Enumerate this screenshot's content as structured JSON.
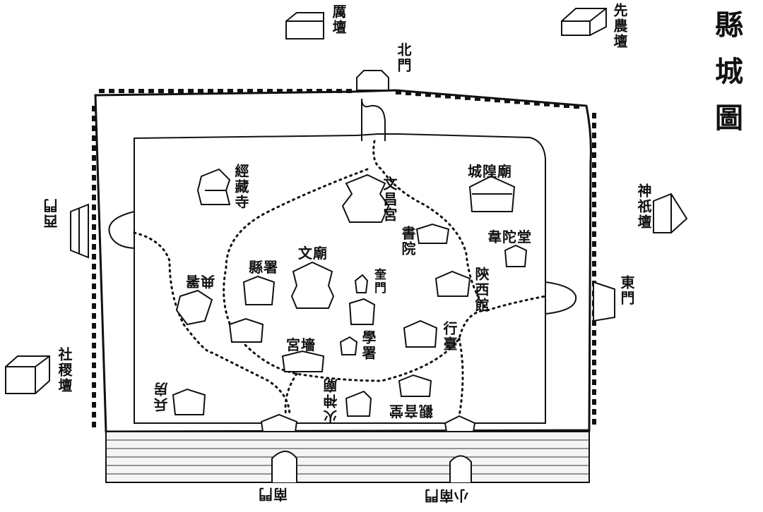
{
  "map": {
    "title": "縣城圖",
    "labels": {
      "li_tan": "厲壇",
      "xian_nong_tan": "先農壇",
      "bei_men": "北門",
      "jing_zang_si": "經藏寺",
      "wen_chang_gong": "文昌宮",
      "cheng_huang_miao": "城隍廟",
      "shen_qi_tan": "神祇壇",
      "xi_men": "西門",
      "shu_yuan": "書院",
      "wei_tuo_tang": "韋陀堂",
      "xian_shu": "縣署",
      "wen_miao": "文廟",
      "kui_men": "奎門",
      "shaanxi_guan": "陝西館",
      "dian_shu": "典署",
      "dong_men": "東門",
      "xing_tai": "行臺",
      "gong_qiang": "宮墻",
      "xue_shu": "學署",
      "she_ji_tan": "社稷壇",
      "bing_fang": "兵房",
      "huo_shen_miao": "火神廟",
      "guan_yin_tang": "觀音堂",
      "nan_men": "南門",
      "xiao_nan_men": "小南門"
    }
  }
}
